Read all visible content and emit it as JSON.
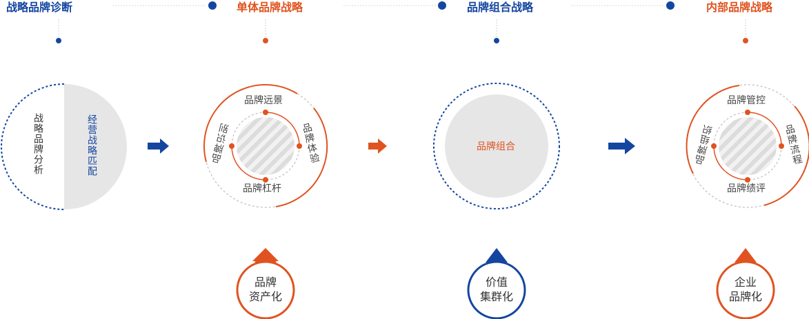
{
  "headers": {
    "diagnosis": "战略品牌诊断",
    "single": "单体品牌战略",
    "portfolio": "品牌组合战略",
    "internal": "内部品牌战略"
  },
  "diagnosis": {
    "left_label": "战略品牌分析",
    "right_label": "经营战略匹配"
  },
  "single": {
    "top": "品牌远景",
    "right": "品牌体验",
    "bottom": "品牌杠杆",
    "left": "品牌识别"
  },
  "portfolio": {
    "center": "品牌组合"
  },
  "internal": {
    "top": "品牌管控",
    "right": "品牌流程",
    "bottom": "品牌绩评",
    "left": "品牌组织"
  },
  "outcomes": {
    "asset": [
      "品牌",
      "资产化"
    ],
    "cluster": [
      "价值",
      "集群化"
    ],
    "enterprise": [
      "企业",
      "品牌化"
    ]
  },
  "colors": {
    "blue": "#1446a0",
    "orange": "#e05320",
    "grey": "#e6e6e6"
  }
}
